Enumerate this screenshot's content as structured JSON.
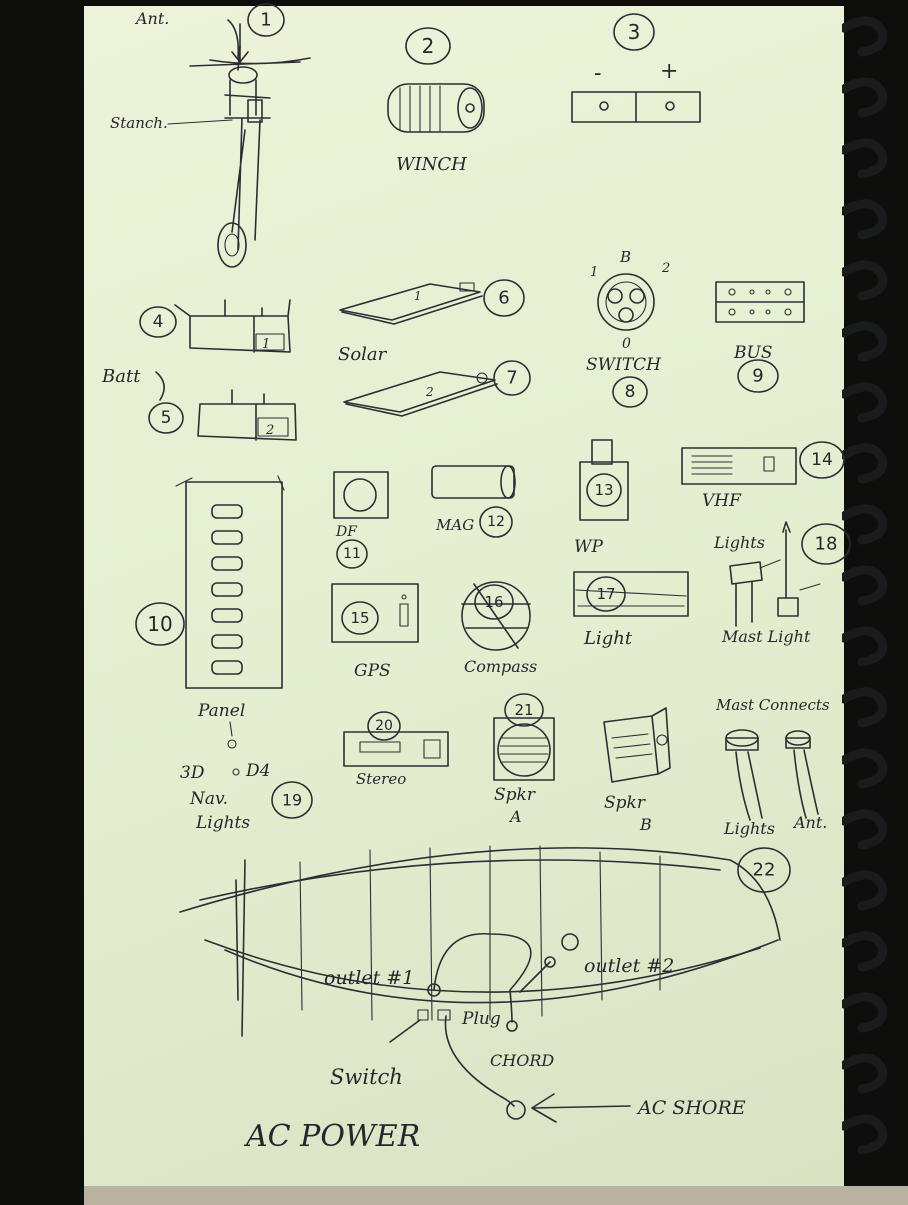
{
  "numbers": [
    "1",
    "2",
    "3",
    "4",
    "5",
    "6",
    "7",
    "8",
    "9",
    "10",
    "11",
    "12",
    "13",
    "14",
    "15",
    "16",
    "17",
    "18",
    "19",
    "20",
    "21",
    "22"
  ],
  "labels": {
    "ant": "Ant.",
    "stanch": "Stanch.",
    "winch": "WINCH",
    "minus": "-",
    "plus": "+",
    "batt": "Batt",
    "solar": "Solar",
    "switch_b": "B",
    "switch_1": "1",
    "switch_2": "2",
    "switch_0": "0",
    "switch": "SWITCH",
    "bus": "BUS",
    "panel": "Panel",
    "df": "DF",
    "mag": "MAG",
    "wp": "WP",
    "vhf": "VHF",
    "lights": "Lights",
    "gps": "GPS",
    "compass": "Compass",
    "light": "Light",
    "mast_light": "Mast Light",
    "nav_3d": "3D",
    "nav_d4": "D4",
    "nav": "Nav.",
    "lights_19": "Lights",
    "stereo": "Stereo",
    "speaker": "Spkr",
    "speaker_a": "A",
    "speaker_b": "B",
    "mast_conn": "Mast Connects",
    "lights_22": "Lights",
    "ant_22": "Ant.",
    "outlet1": "outlet #1",
    "outlet2": "outlet #2",
    "plug": "Plug",
    "switch_ac": "Switch",
    "chord": "CHORD",
    "ac_shore": "AC SHORE",
    "ac_power": "AC POWER"
  },
  "colors": {
    "paper": "#e6efd2",
    "ink": "#2b2e35",
    "binding": "#0e0f0c"
  }
}
